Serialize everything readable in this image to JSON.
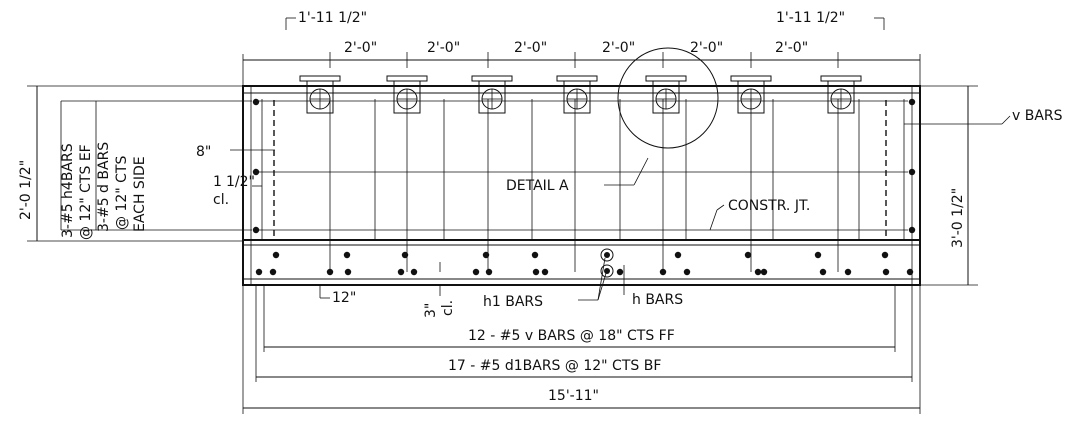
{
  "dimensions": {
    "top_left_offset": "1'-11 1/2\"",
    "top_right_offset": "1'-11 1/2\"",
    "bearing_spacing": [
      "2'-0\"",
      "2'-0\"",
      "2'-0\"",
      "2'-0\"",
      "2'-0\"",
      "2'-0\""
    ],
    "left_height": "2'-0 1/2\"",
    "right_height": "3'-0 1/2\"",
    "overall_length": "15'-11\"",
    "side_offset": "8\"",
    "clear_cover_side_a": "1 ",
    "clear_cover_side_b": "1/2\"",
    "clear_cover_side_c": "cl.",
    "bottom_offset": "12\"",
    "bottom_cover_a": "3\"",
    "bottom_cover_b": "cl."
  },
  "labels": {
    "h4_bars": "3-#5 h4BARS",
    "h4_spacing": "@ 12\" CTS EF",
    "d_bars": "3-#5 d BARS",
    "d_spacing": "@ 12\" CTS",
    "d_side": "EACH SIDE",
    "v_bars": "v BARS",
    "detail": "DETAIL A",
    "constr_jt": "CONSTR. JT.",
    "h1_bars": "h1 BARS",
    "h_bars": "h BARS",
    "v_bars_callout": "12 - #5 v BARS @ 18\" CTS FF",
    "d1_bars_callout": "17 - #5 d1BARS @ 12\" CTS BF"
  }
}
